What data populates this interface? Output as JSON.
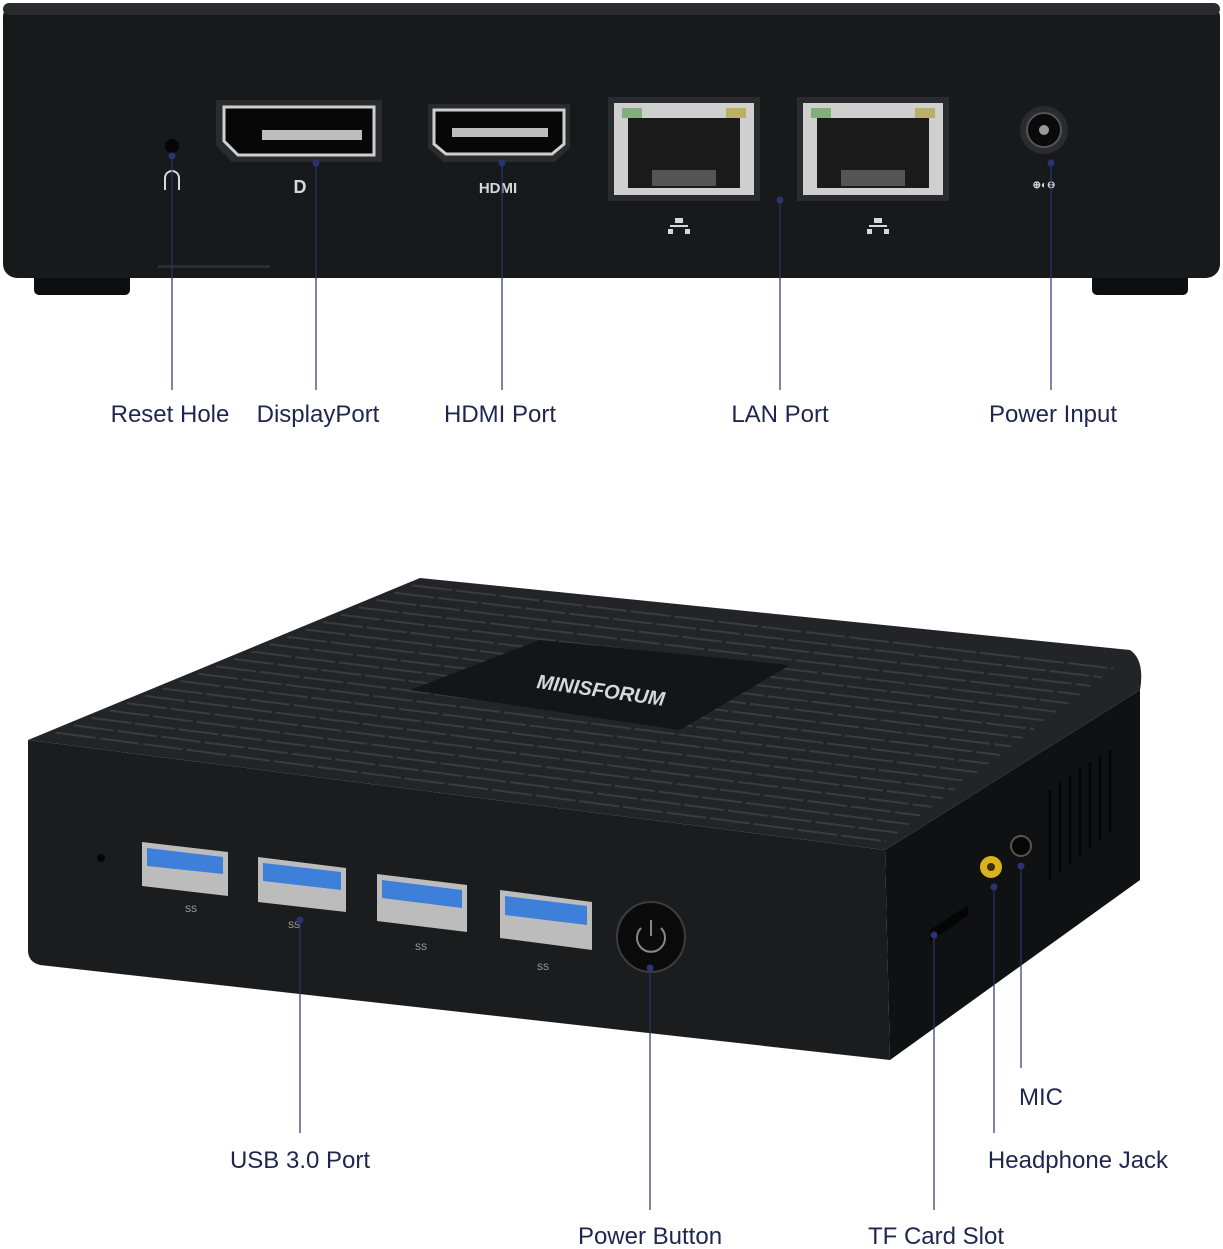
{
  "rear_view": {
    "labels": {
      "reset_hole": "Reset Hole",
      "displayport": "DisplayPort",
      "hdmi": "HDMI Port",
      "lan": "LAN Port",
      "power_input": "Power Input"
    },
    "port_markings": {
      "hdmi": "HDMI",
      "displayport": "D"
    }
  },
  "front_view": {
    "logo": "MINISFORUM",
    "labels": {
      "usb": "USB 3.0 Port",
      "power_button": "Power Button",
      "tf_card": "TF Card Slot",
      "headphone": "Headphone Jack",
      "mic": "MIC"
    },
    "usb_marking": "SS"
  },
  "colors": {
    "label_text": "#1e2650",
    "leader_line": "#2a3470",
    "device_body": "#161719",
    "usb_blue": "#3d7fd9",
    "audio_jack": "#d9b21c"
  }
}
